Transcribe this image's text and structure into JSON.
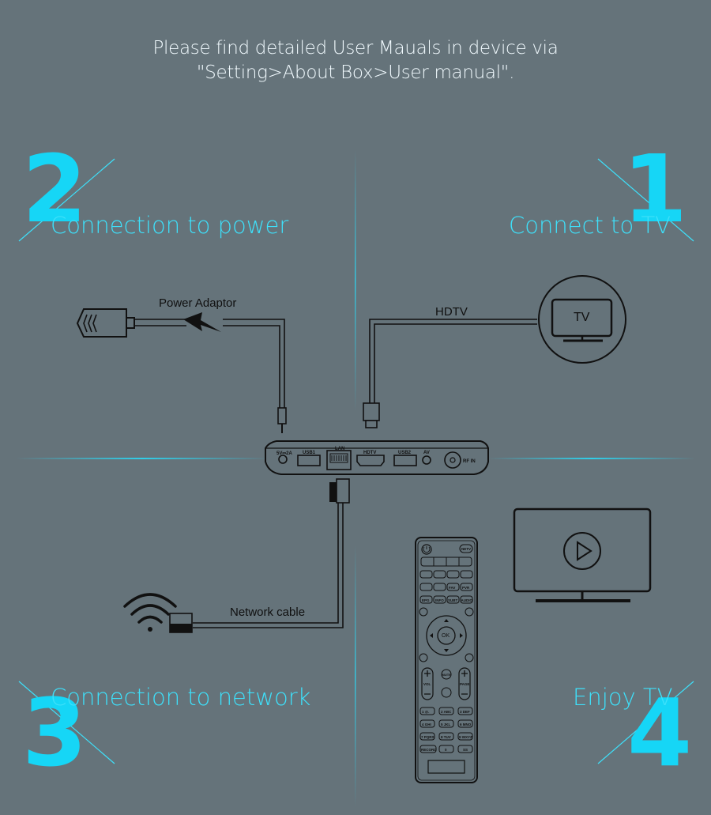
{
  "header": {
    "line1": "Please find detailed User Mauals in device via",
    "line2": "\"Setting>About Box>User manual\"."
  },
  "steps": {
    "s1": {
      "number": "1",
      "label": "Connect to TV"
    },
    "s2": {
      "number": "2",
      "label": "Connection to power"
    },
    "s3": {
      "number": "3",
      "label": "Connection to network"
    },
    "s4": {
      "number": "4",
      "label": "Enjoy TV"
    }
  },
  "labels": {
    "power_adaptor": "Power Adaptor",
    "hdtv": "HDTV",
    "network_cable": "Network cable",
    "tv_badge": "TV"
  },
  "ports": {
    "dc": "5V⎓2A",
    "usb1": "USB1",
    "lan": "LAN",
    "hdtv": "HDTV",
    "usb2": "USB2",
    "av": "AV",
    "rf": "RF IN"
  },
  "remote": {
    "top_right": "NETV",
    "ok": "OK",
    "vol": "VOL",
    "page": "PAGE",
    "mute_label": "MUTE",
    "row_epg": [
      "EPG",
      "INFO",
      "SUBT",
      "AUDIO"
    ],
    "row_fav": [
      "",
      "",
      "FAV",
      "PVR"
    ],
    "num1": [
      "1 @.",
      "2 ABC",
      "3 DEF"
    ],
    "num2": [
      "4 GHI",
      "5 JKL",
      "6 MNO"
    ],
    "num3": [
      "7 PQRS",
      "8 TUV",
      "9 WXYZ"
    ],
    "num4": [
      "RECORD",
      "0",
      "SS"
    ]
  },
  "colors": {
    "background": "#65737a",
    "accent": "#16d6f6",
    "header_text": "#f2fbff",
    "line_dark": "#1a1a1a"
  }
}
